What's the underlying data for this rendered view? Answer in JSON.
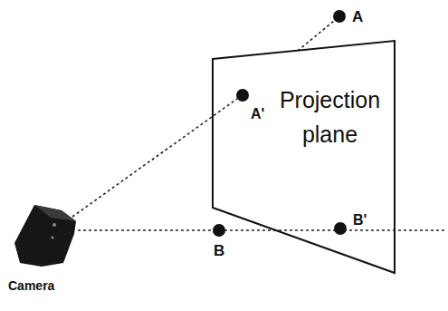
{
  "diagram": {
    "nodes": [
      {
        "text": [
          "Projection plane"
        ]
      }
    ],
    "labels": [
      "A",
      "A'",
      "B",
      "B'",
      "Camera"
    ]
  }
}
